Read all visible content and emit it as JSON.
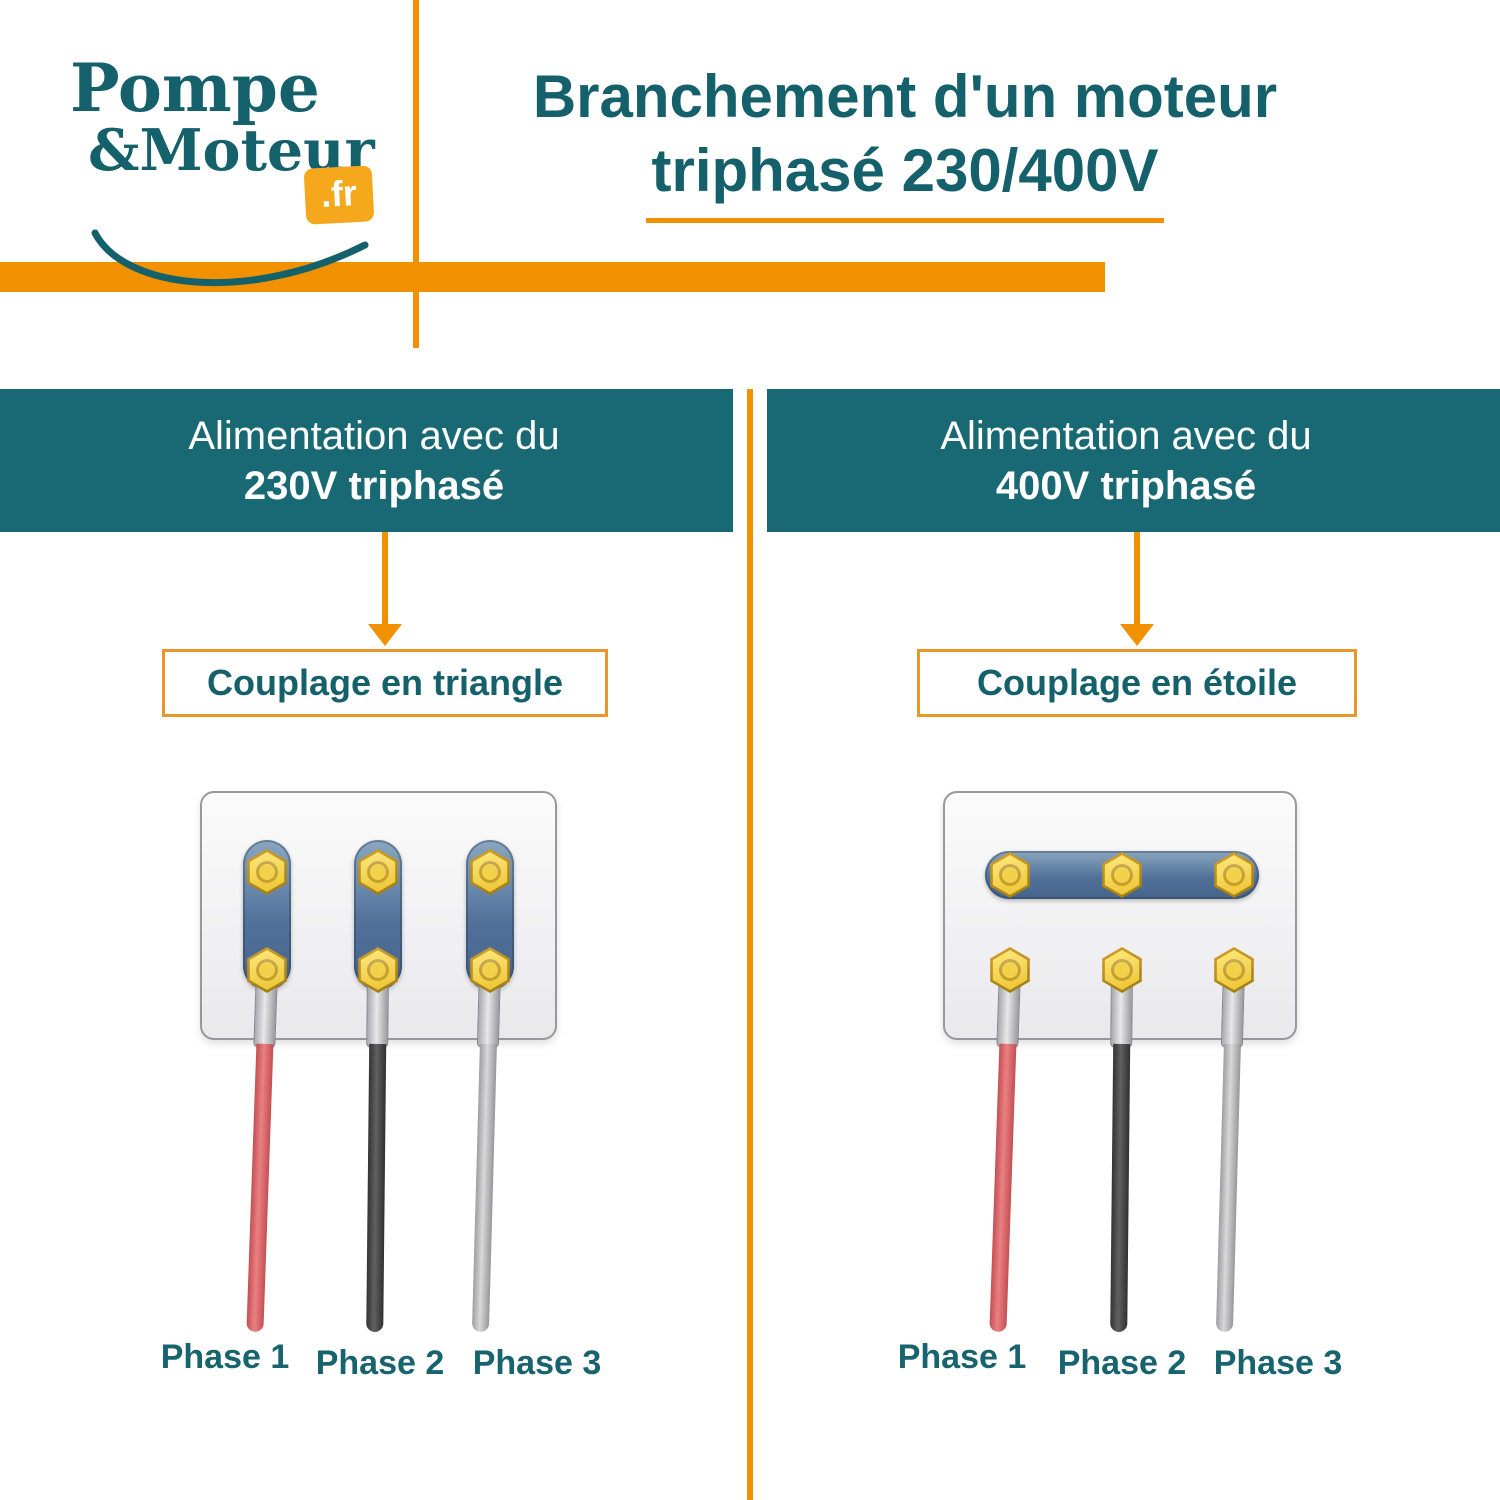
{
  "logo": {
    "word_top": "Pompe",
    "word_bottom": "&Moteur",
    "tld": ".fr"
  },
  "title": {
    "line1": "Branchement d'un moteur",
    "line2": "triphasé 230/400V"
  },
  "columns": [
    {
      "banner_line1": "Alimentation avec du",
      "banner_line2": "230V triphasé",
      "coupling": "Couplage en triangle",
      "phases": [
        "Phase 1",
        "Phase 2",
        "Phase 3"
      ]
    },
    {
      "banner_line1": "Alimentation avec du",
      "banner_line2": "400V triphasé",
      "coupling": "Couplage en étoile",
      "phases": [
        "Phase 1",
        "Phase 2",
        "Phase 3"
      ]
    }
  ],
  "colors": {
    "teal": "#186974",
    "orange": "#f29100",
    "wire_red": "#d95f5f",
    "wire_black": "#3f3f3f",
    "wire_gray": "#b5b5b5",
    "terminal_yellow": "#f3cf3d",
    "bridge_blue": "#5d7fa0"
  }
}
